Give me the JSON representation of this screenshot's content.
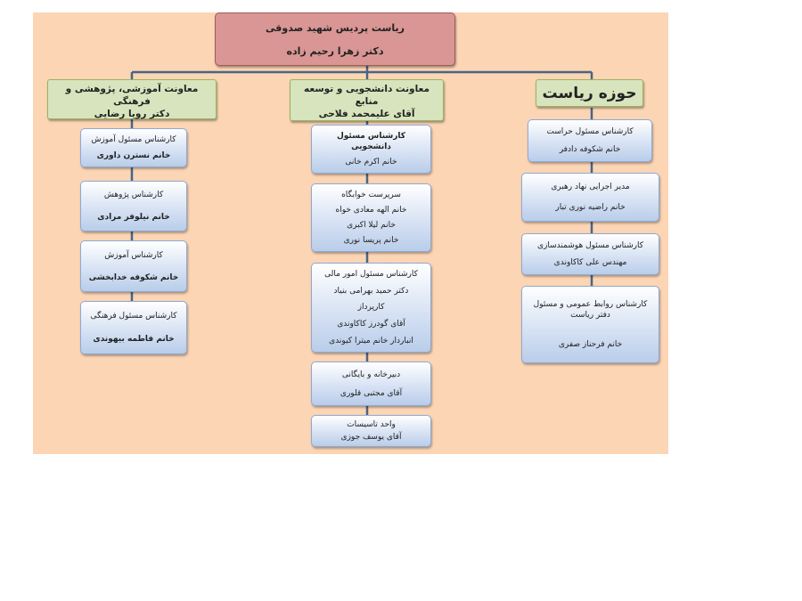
{
  "root": {
    "title": "ریاست پردیس شهید صدوقی",
    "name": "دکتر زهرا رحیم زاده"
  },
  "left_branch": {
    "title": "معاونت آموزشی، پژوهشی و فرهنگی",
    "name": "دکتر رویا رضایی",
    "items": [
      {
        "role": "کارشناس مسئول آموزش",
        "person": "خانم نسترن داوری"
      },
      {
        "role": "کارشناس پژوهش",
        "person": "خانم نیلوفر مرادی"
      },
      {
        "role": "کارشناس آموزش",
        "person": "خانم شکوفه خدابخشی"
      },
      {
        "role": "کارشناس مسئول فرهنگی",
        "person": "خانم فاطمه بیهوندی"
      }
    ]
  },
  "middle_branch": {
    "title": "معاونت دانشجویی و توسعه منابع",
    "name": "آقای علیمحمد فلاحی",
    "items": [
      {
        "lines": [
          "کارشناس مسئول دانشجویی",
          "خانم اکرم خانی"
        ]
      },
      {
        "lines": [
          "سرپرست خوابگاه",
          "خانم الهه معادی خواه",
          "خانم لیلا اکبری",
          "خانم پریسا نوری"
        ]
      },
      {
        "lines": [
          "کارشناس مسئول امور مالی",
          "دکتر حمید بهرامی بنیاد",
          "کارپرداز",
          "آقای گودرز کاکاوندی",
          "انباردار خانم میترا کیوندی"
        ]
      },
      {
        "lines": [
          "دبیرخانه و بایگانی",
          "آقای مجتبی قلوری"
        ]
      },
      {
        "lines": [
          "واحد تاسیسات",
          "آقای یوسف جوزی"
        ]
      }
    ]
  },
  "right_branch": {
    "title": "حوزه ریاست",
    "items": [
      {
        "role": "کارشناس مسئول حراست",
        "person": "خانم شکوفه دادفر"
      },
      {
        "role": "مدیر اجرایی نهاد رهبری",
        "person": "خانم راضیه نوری تبار"
      },
      {
        "role": "کارشناس مسئول هوشمندسازی",
        "person": "مهندس علی کاکاوندی"
      },
      {
        "role": "کارشناس روابط عمومی و مسئول دفتر ریاست",
        "person": "خانم فرحناز صفری"
      }
    ]
  },
  "colors": {
    "background": "#fbd5b4",
    "root_fill": "#d99694",
    "head_fill": "#d7e4bd",
    "box_fill": "#dbe5f5",
    "connector": "#4a6584"
  }
}
